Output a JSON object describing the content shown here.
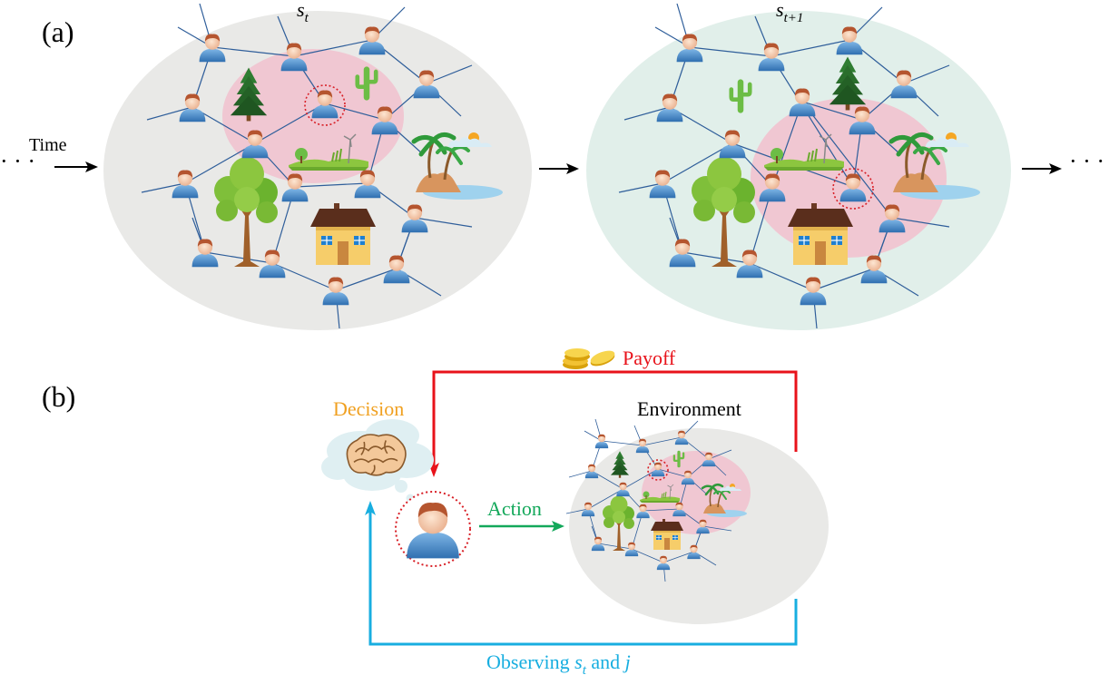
{
  "panel_a": {
    "label": "(a)",
    "time_label": "Time",
    "state_current": {
      "sym": "s",
      "sub": "t"
    },
    "state_next": {
      "sym": "s",
      "sub": "t+1"
    },
    "ellipsis_left": "· · ·",
    "ellipsis_right": "· · ·"
  },
  "panel_b": {
    "label": "(b)",
    "decision_label": "Decision",
    "environment_label": "Environment",
    "payoff_label": "Payoff",
    "action_label": "Action",
    "observing": {
      "prefix": "Observing ",
      "sym": "s",
      "sub": "t",
      "mid": " and ",
      "var": "j"
    }
  },
  "colors": {
    "ellipse_a1": "#e9e9e7",
    "ellipse_a2": "#e1efea",
    "highlight": "#f0c7d2",
    "decision": "#f0a020",
    "payoff": "#e8121a",
    "action": "#13a85a",
    "observing": "#18aee0",
    "edge": "#2f5e9a",
    "agent": "#3f86c8",
    "target_ring": "#d81f26"
  },
  "icons": [
    "person-icon",
    "tree-icon",
    "pine-tree-icon",
    "cactus-icon",
    "house-icon",
    "grassland-icon",
    "island-icon",
    "sun-icon",
    "cloud-icon",
    "brain-icon",
    "coins-icon"
  ]
}
